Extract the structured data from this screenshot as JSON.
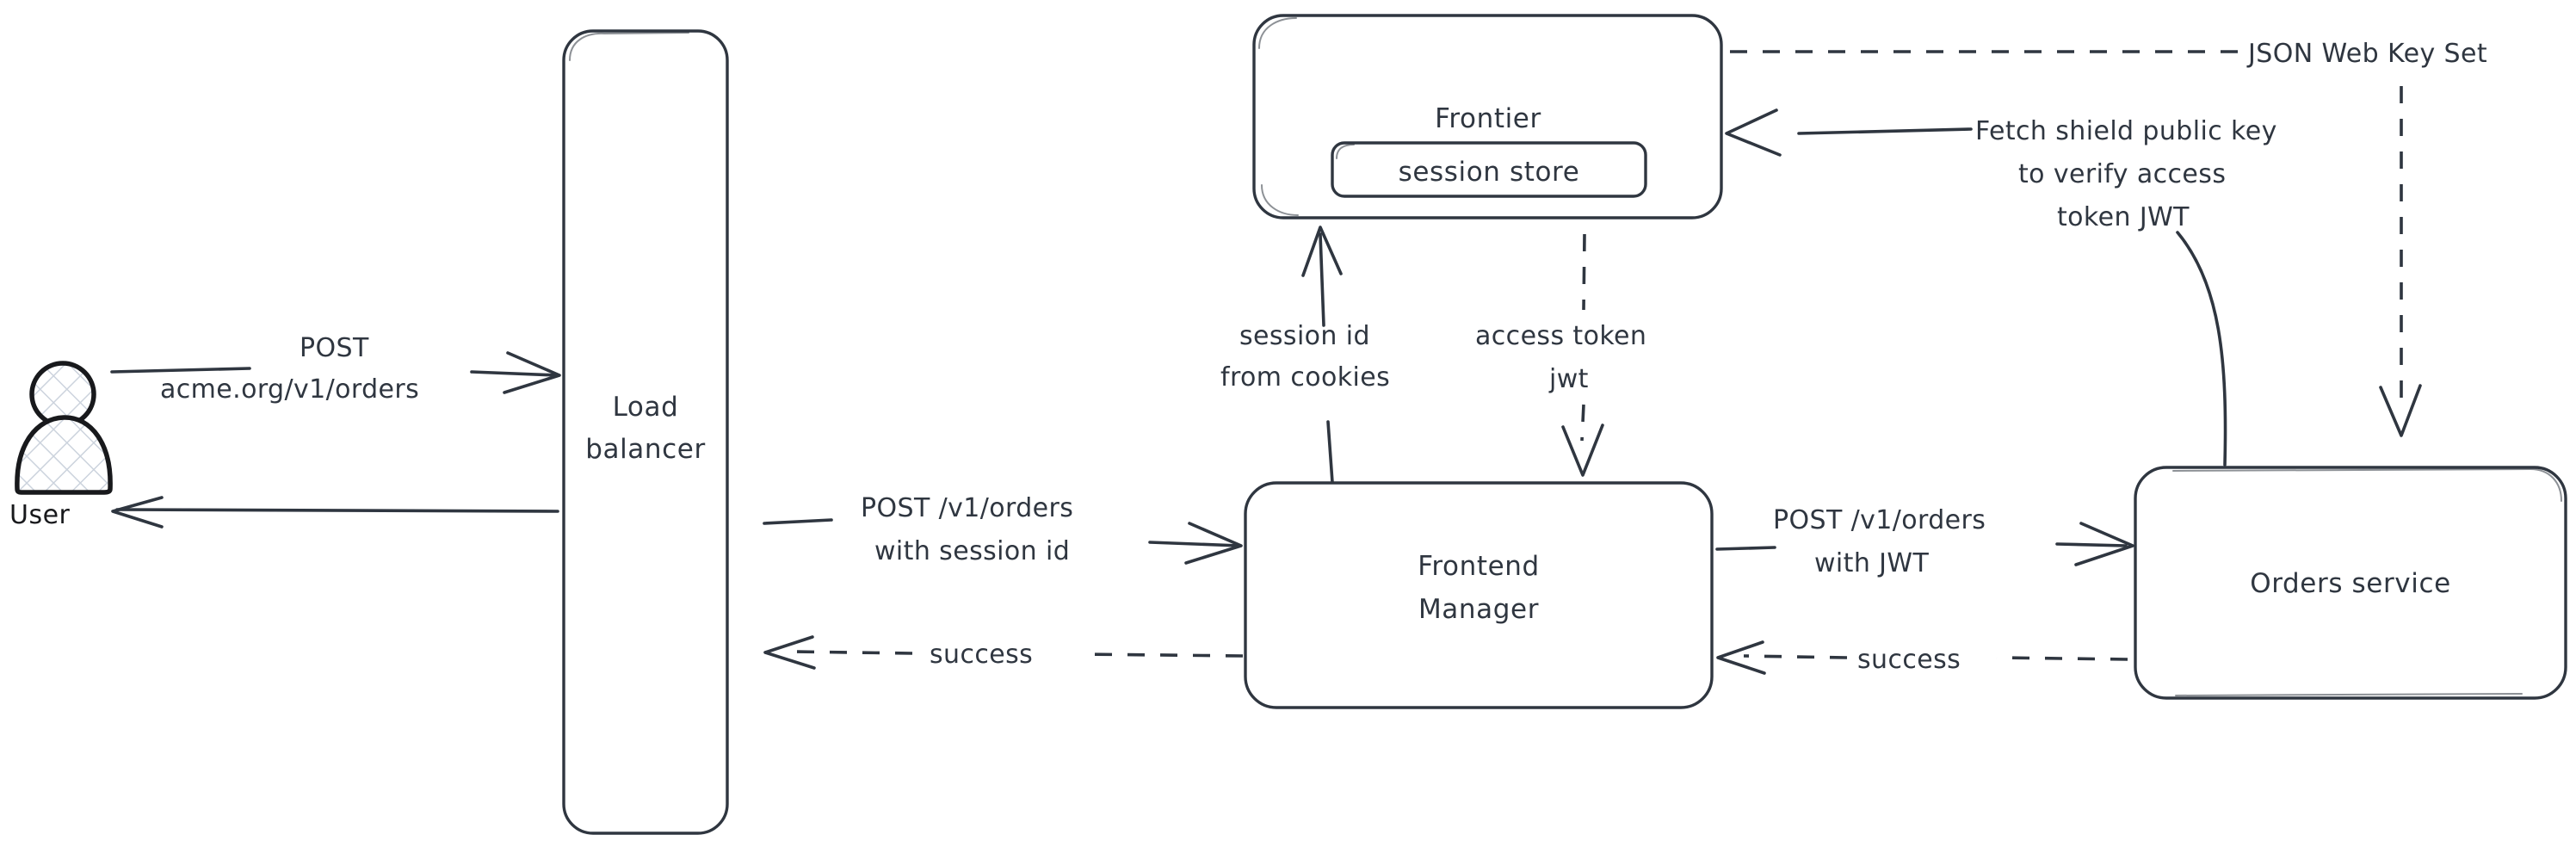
{
  "diagram": {
    "title": "Authentication flow: user order request through load balancer, frontend manager, frontier and orders service",
    "background_color": "#ffffff",
    "stroke_color": "#2f3640",
    "style": "hand-drawn sketch"
  },
  "actors": [
    {
      "id": "user",
      "icon": "user-person-icon",
      "label": "User"
    }
  ],
  "nodes": [
    {
      "id": "load-balancer",
      "label_lines": [
        "Load",
        "balancer"
      ],
      "shape": "rounded-rect-tall"
    },
    {
      "id": "frontier",
      "label_lines": [
        "Frontier"
      ],
      "shape": "rounded-rect",
      "children": [
        {
          "id": "session-store",
          "label_lines": [
            "session store"
          ],
          "shape": "rounded-rect"
        }
      ]
    },
    {
      "id": "frontend-manager",
      "label_lines": [
        "Frontend",
        "Manager"
      ],
      "shape": "rounded-rect"
    },
    {
      "id": "orders-service",
      "label_lines": [
        "Orders service"
      ],
      "shape": "rounded-rect"
    }
  ],
  "edges": [
    {
      "id": "user-to-lb",
      "from": "user",
      "to": "load-balancer",
      "style": "solid",
      "direction": "right",
      "label_lines": [
        "POST",
        "acme.org/v1/orders"
      ]
    },
    {
      "id": "lb-to-user",
      "from": "load-balancer",
      "to": "user",
      "style": "solid",
      "direction": "left",
      "label_lines": []
    },
    {
      "id": "lb-to-fm",
      "from": "load-balancer",
      "to": "frontend-manager",
      "style": "solid",
      "direction": "right",
      "label_lines": [
        "POST /v1/orders",
        "with session id"
      ]
    },
    {
      "id": "fm-to-lb-success",
      "from": "frontend-manager",
      "to": "load-balancer",
      "style": "dashed",
      "direction": "left",
      "label_lines": [
        "success"
      ]
    },
    {
      "id": "fm-to-frontier",
      "from": "frontend-manager",
      "to": "frontier",
      "style": "solid",
      "direction": "up",
      "label_lines": [
        "session id",
        "from cookies"
      ]
    },
    {
      "id": "frontier-to-fm",
      "from": "frontier",
      "to": "frontend-manager",
      "style": "dashed",
      "direction": "down",
      "label_lines": [
        "access token",
        "jwt"
      ]
    },
    {
      "id": "fm-to-orders",
      "from": "frontend-manager",
      "to": "orders-service",
      "style": "solid",
      "direction": "right",
      "label_lines": [
        "POST /v1/orders",
        "with JWT"
      ]
    },
    {
      "id": "orders-to-fm-success",
      "from": "orders-service",
      "to": "frontend-manager",
      "style": "dashed",
      "direction": "left",
      "label_lines": [
        "success"
      ]
    },
    {
      "id": "orders-to-frontier-fetch",
      "from": "orders-service",
      "to": "frontier",
      "style": "solid",
      "direction": "left",
      "label_lines": [
        "Fetch shield public key",
        "to verify access",
        "token JWT"
      ]
    },
    {
      "id": "frontier-to-orders-jwks",
      "from": "frontier",
      "to": "orders-service",
      "style": "dashed",
      "direction": "down",
      "label_lines": [
        "JSON Web Key Set"
      ]
    }
  ],
  "labels": {
    "user": "User",
    "load_balancer_line1": "Load",
    "load_balancer_line2": "balancer",
    "frontier": "Frontier",
    "session_store": "session store",
    "frontend_manager_line1": "Frontend",
    "frontend_manager_line2": "Manager",
    "orders_service": "Orders service",
    "post_line1": "POST",
    "post_line2": "acme.org/v1/orders",
    "lb_fm_line1": "POST /v1/orders",
    "lb_fm_line2": "with session id",
    "success_left": "success",
    "session_id_line1": "session id",
    "session_id_line2": "from cookies",
    "access_token_line1": "access token",
    "access_token_line2": "jwt",
    "fm_orders_line1": "POST /v1/orders",
    "fm_orders_line2": "with JWT",
    "success_right": "success",
    "fetch_line1": "Fetch shield public key",
    "fetch_line2": "to verify access",
    "fetch_line3": "token JWT",
    "jwks": "JSON Web Key Set"
  }
}
